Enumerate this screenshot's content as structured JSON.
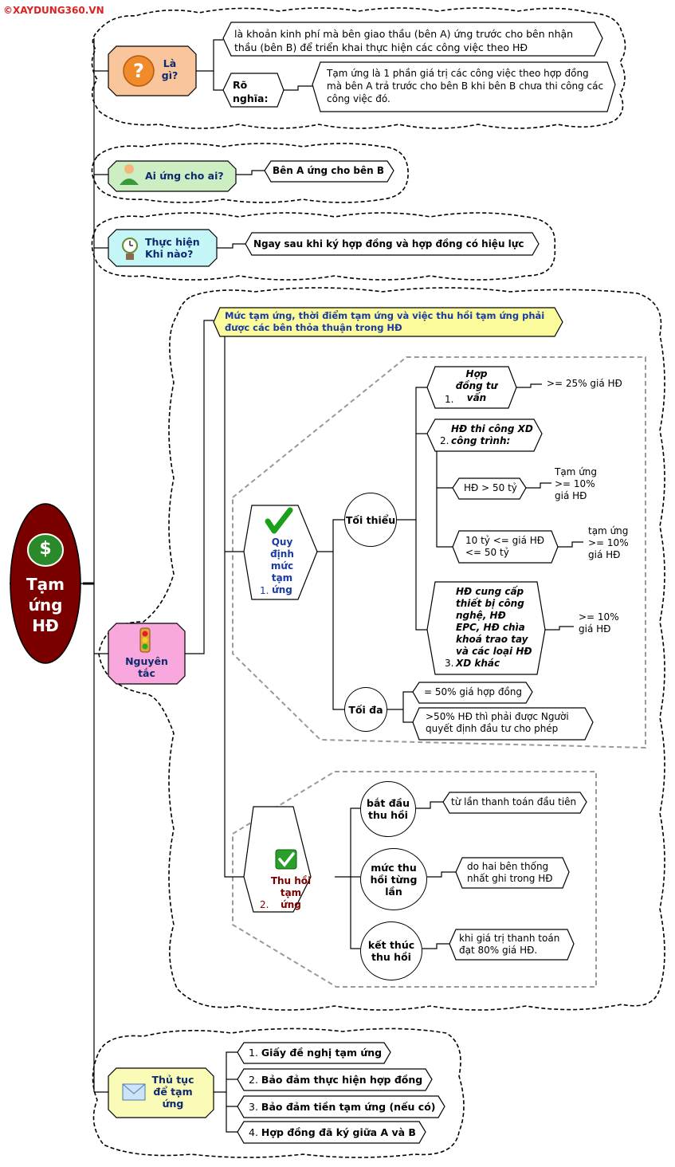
{
  "watermark": "©XAYDUNG360.VN",
  "root": {
    "label": "Tạm ứng HĐ",
    "icon": "dollar-icon"
  },
  "la_gi": {
    "label": "Là gì?",
    "icon": "question-icon",
    "definition": "là khoản kinh phí mà bên giao thầu (bên A) ứng trước cho bên nhận thầu (bên B) để triển khai thực hiện các công việc theo HĐ",
    "ro_nghia_label": "Rõ nghĩa:",
    "ro_nghia_text": "Tạm ứng là 1 phần giá trị các công việc theo hợp đồng mà bên A trả trước cho bên B khi bên B chưa thi công các công việc đó."
  },
  "ai_ung": {
    "label": "Ai ứng cho ai?",
    "icon": "person-icon",
    "answer": "Bên A ứng cho bên B"
  },
  "thuc_hien": {
    "label": "Thực hiện Khi nào?",
    "icon": "clock-icon",
    "answer": "Ngay sau khi ký hợp đồng và hợp đồng có hiệu lực"
  },
  "nguyen_tac": {
    "label": "Nguyên tắc",
    "icon": "traffic-light-icon",
    "note": "Mức tạm ứng, thời điểm tạm ứng và việc thu hồi tạm ứng phải được các bên thỏa thuận trong HĐ",
    "quy_dinh": {
      "label": "Quy định mức tạm ứng",
      "number": "1.",
      "icon": "check-icon",
      "toi_thieu": {
        "label": "Tối thiểu",
        "tu_van": {
          "label": "Hợp đồng tư vấn",
          "number": "1.",
          "value": ">= 25% giá HĐ"
        },
        "thi_cong": {
          "label": "HĐ thi công XD công trình:",
          "number": "2.",
          "over50": {
            "label": "HĐ > 50 tỷ",
            "value": "Tạm ứng >= 10% giá HĐ"
          },
          "range": {
            "label": "10 tỷ <= giá HĐ <= 50 tỷ",
            "value": "tạm ứng >= 10% giá HĐ"
          }
        },
        "cung_cap": {
          "label": "HĐ cung cấp thiết bị công nghệ, HĐ EPC, HĐ chìa khoá trao tay và các loại HĐ XD khác",
          "number": "3.",
          "value": ">= 10% giá HĐ"
        }
      },
      "toi_da": {
        "label": "Tối đa",
        "items": [
          "= 50% giá hợp đồng",
          ">50% HĐ thì phải được Người quyết định đầu tư cho phép"
        ]
      }
    },
    "thu_hoi": {
      "label": "Thu hồi tạm ứng",
      "number": "2.",
      "icon": "check-icon",
      "items": [
        {
          "label": "bắt đầu thu hồi",
          "value": "từ lần thanh toán đầu tiên"
        },
        {
          "label": "mức thu hồi từng lần",
          "value": "do hai bên thống nhất ghi trong HĐ"
        },
        {
          "label": "kết thúc thu hồi",
          "value": "khi giá trị thanh toán đạt 80% giá HĐ."
        }
      ]
    }
  },
  "thu_tuc": {
    "label": "Thủ tục để tạm ứng",
    "icon": "envelope-icon",
    "items": [
      {
        "num": "1.",
        "text": "Giấy đề nghị tạm ứng"
      },
      {
        "num": "2.",
        "text": "Bảo đảm thực hiện hợp đồng"
      },
      {
        "num": "3.",
        "text": "Bảo đảm tiền tạm ứng (nếu có)"
      },
      {
        "num": "4.",
        "text": "Hợp đồng đã ký giữa A và B"
      }
    ]
  },
  "colors": {
    "root": "#7a0000",
    "orange": "#f9c59c",
    "green": "#cdeec2",
    "cyan": "#c4f6f8",
    "pink": "#f8a8dc",
    "yellow": "#fbfbb8",
    "topic_text": "#0e2a6e"
  }
}
